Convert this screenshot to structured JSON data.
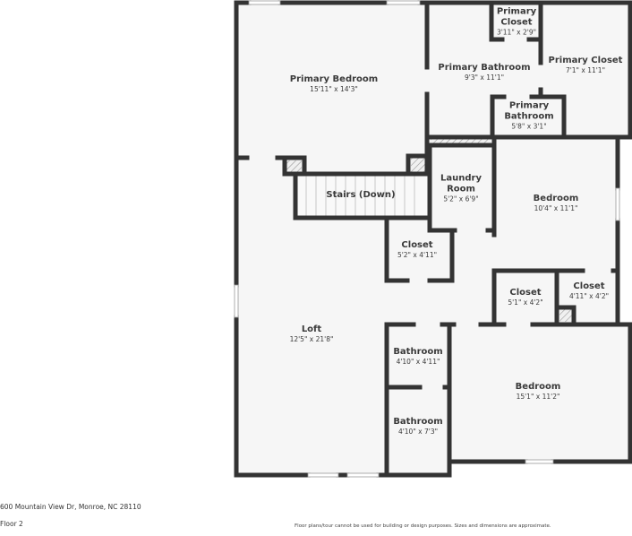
{
  "plan": {
    "floor_color": "#f6f6f6",
    "wall_color": "#333333",
    "rooms": [
      {
        "id": "primary-bedroom",
        "name": "Primary Bedroom",
        "dim": "15'11\" x 14'3\""
      },
      {
        "id": "primary-closet-small",
        "name": "Primary Closet",
        "dim": "3'11\" x 2'9\""
      },
      {
        "id": "primary-bathroom",
        "name": "Primary Bathroom",
        "dim": "9'3\" x 11'1\""
      },
      {
        "id": "primary-closet-large",
        "name": "Primary Closet",
        "dim": "7'1\" x 11'1\""
      },
      {
        "id": "primary-bathroom-small",
        "name": "Primary Bathroom",
        "dim": "5'8\" x 3'1\""
      },
      {
        "id": "stairs",
        "name": "Stairs (Down)",
        "dim": ""
      },
      {
        "id": "laundry-room",
        "name": "Laundry Room",
        "dim": "5'2\" x 6'9\""
      },
      {
        "id": "bedroom-1",
        "name": "Bedroom",
        "dim": "10'4\" x 11'1\""
      },
      {
        "id": "closet-loft",
        "name": "Closet",
        "dim": "5'2\" x 4'11\""
      },
      {
        "id": "closet-2",
        "name": "Closet",
        "dim": "5'1\" x 4'2\""
      },
      {
        "id": "closet-3",
        "name": "Closet",
        "dim": "4'11\" x 4'2\""
      },
      {
        "id": "loft",
        "name": "Loft",
        "dim": "12'5\" x 21'8\""
      },
      {
        "id": "bathroom-1",
        "name": "Bathroom",
        "dim": "4'10\" x 4'11\""
      },
      {
        "id": "bathroom-2",
        "name": "Bathroom",
        "dim": "4'10\" x 7'3\""
      },
      {
        "id": "bedroom-2",
        "name": "Bedroom",
        "dim": "15'1\" x 11'2\""
      }
    ]
  },
  "footer": {
    "address": "600 Mountain View Dr, Monroe, NC 28110",
    "floor": "Floor 2",
    "disclaimer": "Floor plans/tour cannot be used for building or design purposes. Sizes and dimensions are approximate."
  }
}
